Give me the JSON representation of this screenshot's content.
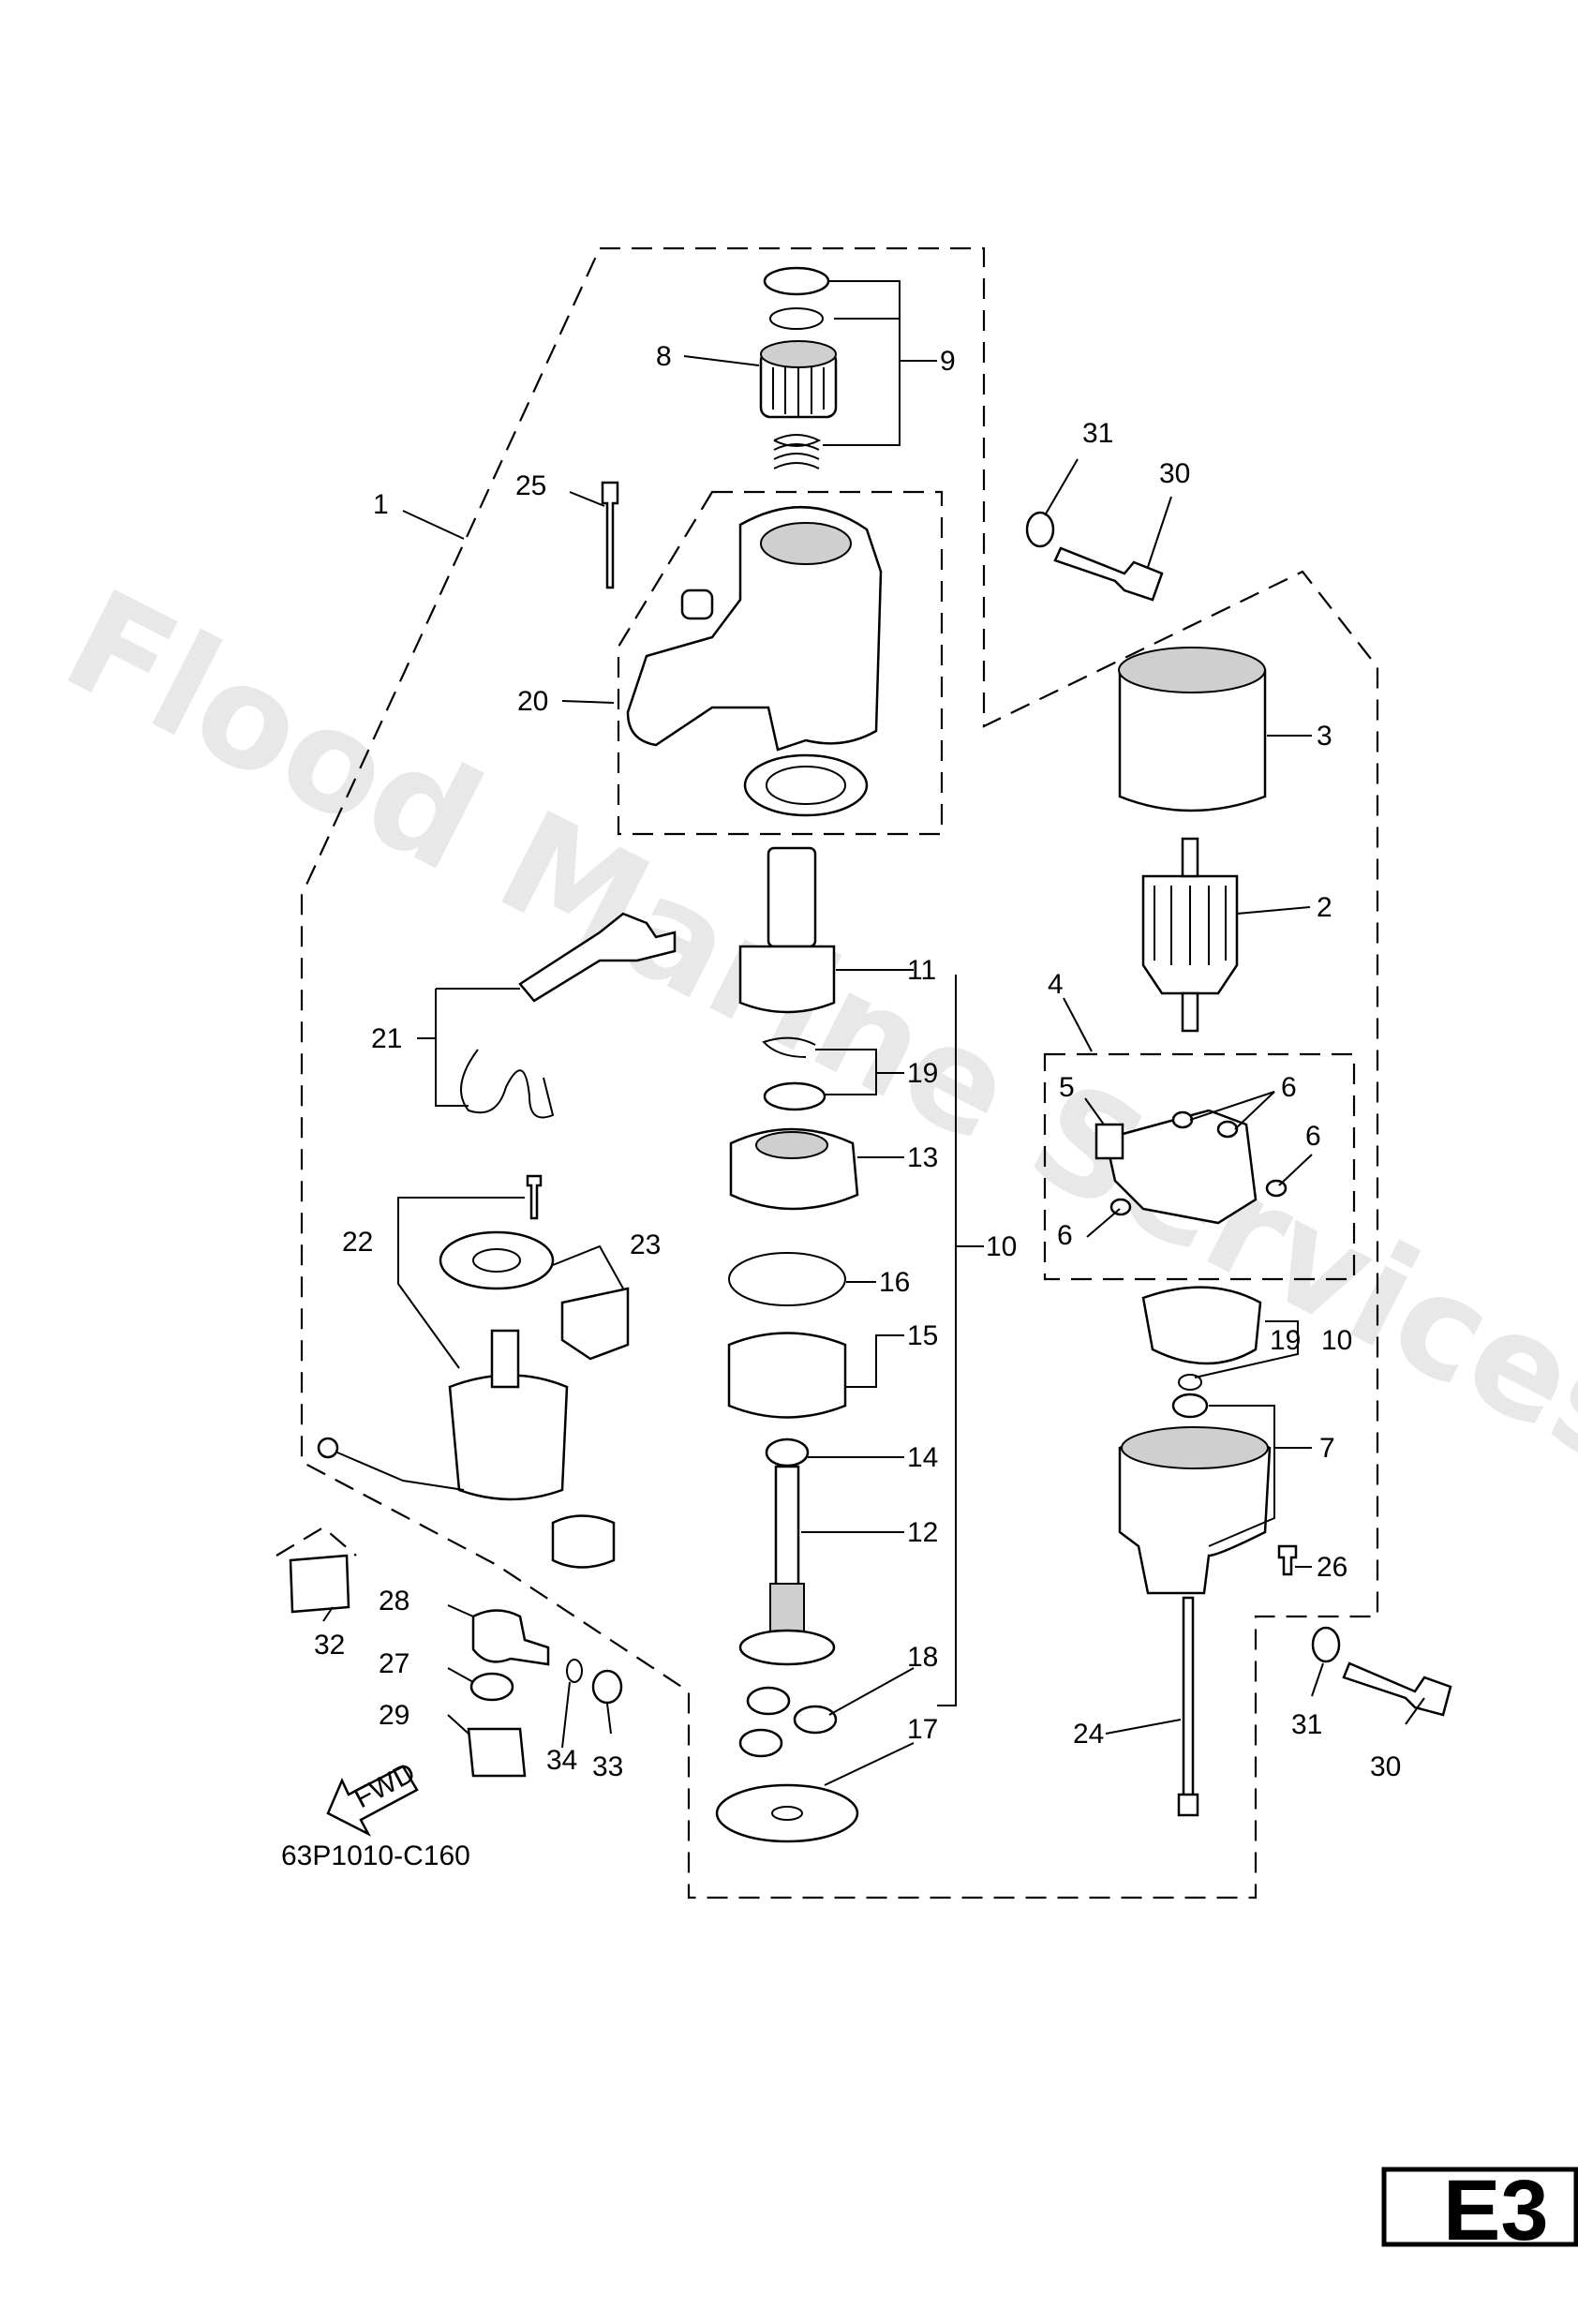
{
  "watermark": "Flood Marine Services",
  "reference_code": "63P1010-C160",
  "direction_label": "FWD",
  "page_badge": "E3",
  "callouts": {
    "c1": "1",
    "c2": "2",
    "c3": "3",
    "c4": "4",
    "c5": "5",
    "c6a": "6",
    "c6b": "6",
    "c6c": "6",
    "c7": "7",
    "c8": "8",
    "c9": "9",
    "c10a": "10",
    "c10b": "10",
    "c11": "11",
    "c12": "12",
    "c13": "13",
    "c14": "14",
    "c15": "15",
    "c16": "16",
    "c17": "17",
    "c18": "18",
    "c19a": "19",
    "c19b": "19",
    "c20": "20",
    "c21": "21",
    "c22": "22",
    "c23": "23",
    "c24": "24",
    "c25": "25",
    "c26": "26",
    "c27": "27",
    "c28": "28",
    "c29": "29",
    "c30a": "30",
    "c30b": "30",
    "c31a": "31",
    "c31b": "31",
    "c32": "32",
    "c33": "33",
    "c34": "34"
  }
}
